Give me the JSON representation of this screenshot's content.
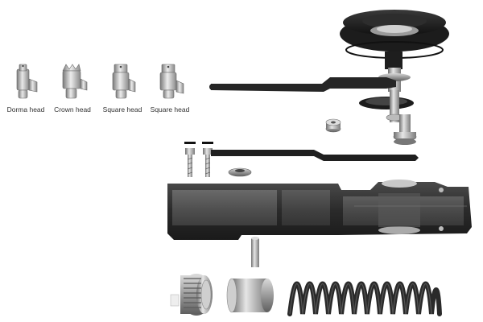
{
  "heads": [
    {
      "label": "Dorma head",
      "icon": "dorma-head-icon"
    },
    {
      "label": "Crown head",
      "icon": "crown-head-icon"
    },
    {
      "label": "Square head",
      "icon": "square-head-icon"
    },
    {
      "label": "Square head",
      "icon": "square-head-icon"
    }
  ],
  "colors": {
    "background": "#ffffff",
    "body_dark": "#2b2b2b",
    "metal": "#b9b9b9",
    "spring": "#2a2a2a",
    "label": "#333333"
  }
}
